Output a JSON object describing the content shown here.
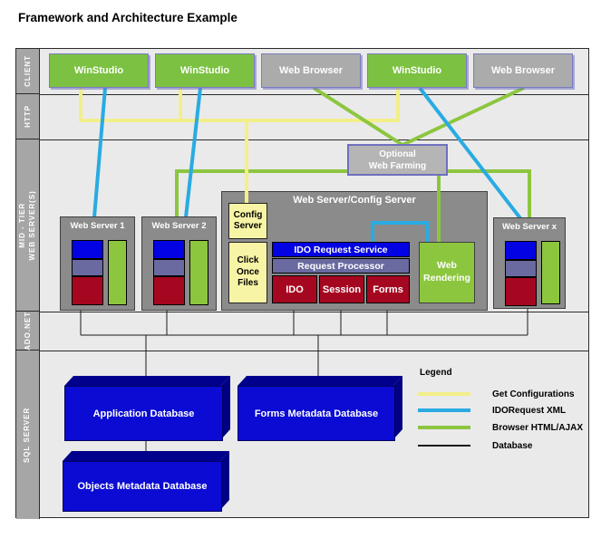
{
  "title": "Framework and Architecture Example",
  "bands": {
    "client": "CLIENT",
    "http": "HTTP",
    "midtier_line1": "MID - TIER",
    "midtier_line2": "WEB SERVER(S)",
    "adonet": "ADO.NET",
    "sql": "SQL SERVER"
  },
  "client_row": {
    "boxes": [
      {
        "label": "WinStudio",
        "kind": "winstudio"
      },
      {
        "label": "WinStudio",
        "kind": "winstudio"
      },
      {
        "label": "Web Browser",
        "kind": "browser"
      },
      {
        "label": "WinStudio",
        "kind": "winstudio"
      },
      {
        "label": "Web Browser",
        "kind": "browser"
      }
    ]
  },
  "mid_tier": {
    "optional_web_farming_line1": "Optional",
    "optional_web_farming_line2": "Web Farming",
    "web_server_1": "Web Server 1",
    "web_server_2": "Web Server 2",
    "web_server_x": "Web Server x",
    "main_box_title": "Web Server/Config Server",
    "config_server": "Config Server",
    "click_once_files": "Click Once Files",
    "ido_request_service": "IDO Request Service",
    "request_processor": "Request Processor",
    "components": [
      "IDO",
      "Session",
      "Forms"
    ],
    "web_rendering": "Web Rendering"
  },
  "databases": [
    "Application Database",
    "Forms Metadata Database",
    "Objects Metadata Database"
  ],
  "legend": {
    "title": "Legend",
    "items": [
      {
        "label": "Get Configurations",
        "color": "#f2ef8a"
      },
      {
        "label": "IDORequest XML",
        "color": "#29abe2"
      },
      {
        "label": "Browser HTML/AJAX",
        "color": "#8cc63f"
      },
      {
        "label": "Database",
        "color": "#1a1a1a"
      }
    ]
  },
  "colors": {
    "winstudio_green": "#7cc142",
    "browser_gray": "#ababab",
    "box_border_purple": "#7b7bc5",
    "server_gray": "#8b8b8b",
    "ido_blue": "#0202e2",
    "processor_slate": "#6a6aa0",
    "component_crimson": "#a60720",
    "config_yellow": "#f8f4a6",
    "rendering_green": "#8cc63f",
    "database_blue": "#0b0bd3",
    "band_label_gray": "#a6a6a6",
    "band_background": "#eaeaea"
  }
}
